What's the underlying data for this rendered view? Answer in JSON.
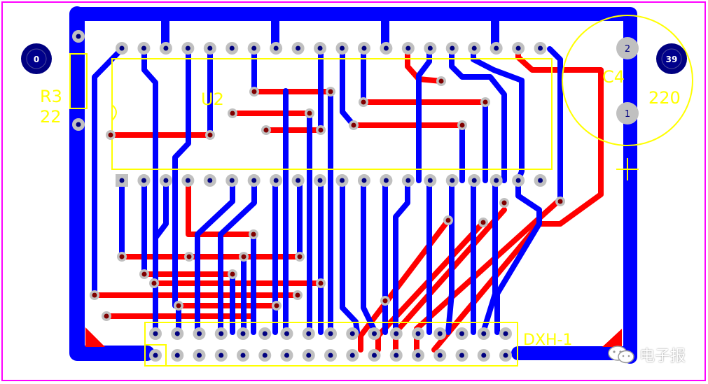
{
  "labels": {
    "r3_ref": "R3",
    "r3_val": "22",
    "u2_ref": "U2",
    "c4_ref": "C4",
    "c4_val": "220",
    "conn_ref": "DXH-1",
    "c4_pin2": "2",
    "c4_pin1": "1",
    "mount_left": "0",
    "mount_right": "39"
  },
  "watermark": {
    "text": "电子报",
    "icon": "wechat-icon"
  },
  "colors": {
    "border": "#ff00ff",
    "top_copper": "#ff0000",
    "bottom_copper": "#0000ff",
    "silkscreen": "#ffff00",
    "pad": "#c0c0c0",
    "via_hole": "#800000",
    "mount_hole": "#000080"
  }
}
